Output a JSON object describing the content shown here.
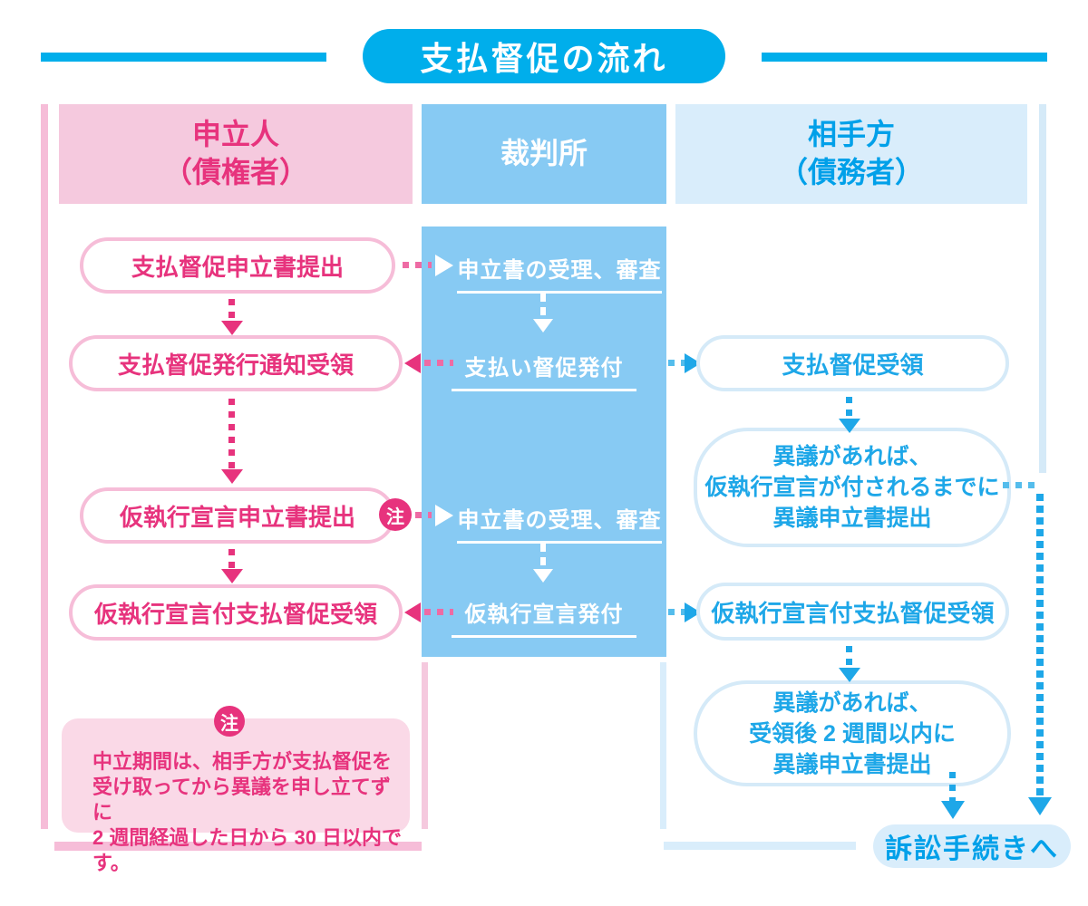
{
  "title": {
    "label": "支払督促の流れ"
  },
  "columns": {
    "applicant": {
      "line1": "申立人",
      "line2": "（債権者）"
    },
    "court": {
      "label": "裁判所"
    },
    "opponent": {
      "line1": "相手方",
      "line2": "（債務者）"
    }
  },
  "applicant_steps": {
    "step1": "支払督促申立書提出",
    "step2": "支払督促発行通知受領",
    "step3": "仮執行宣言申立書提出",
    "step3_badge": "注",
    "step4": "仮執行宣言付支払督促受領"
  },
  "court_steps": {
    "step1": "申立書の受理、審査",
    "step2": "支払い督促発付",
    "step3": "申立書の受理、審査",
    "step4": "仮執行宣言発付"
  },
  "opponent_steps": {
    "step1": "支払督促受領",
    "step2_line1": "異議があれば、",
    "step2_line2": "仮執行宣言が付されるまでに",
    "step2_line3": "異議申立書提出",
    "step3": "仮執行宣言付支払督促受領",
    "step4_line1": "異議があれば、",
    "step4_line2": "受領後 2 週間以内に",
    "step4_line3": "異議申立書提出"
  },
  "note": {
    "badge": "注",
    "line1": "中立期間は、相手方が支払督促を",
    "line2": "受け取ってから異議を申し立てずに",
    "line3": "2 週間経過した日から 30 日以内です。"
  },
  "outcome": {
    "label": "訴訟手続きへ"
  },
  "colors": {
    "deep_pink": "#e7337d",
    "light_pink": "#f6bdd8",
    "pale_pink_header": "#f5c9de",
    "note_pink": "#fad9e7",
    "court_blue": "#87caf3",
    "cyan_arrow": "#1ea7e8",
    "cyan_text": "#00a0e9",
    "pale_blue": "#d9edfb",
    "title_cyan": "#00aeeb"
  }
}
